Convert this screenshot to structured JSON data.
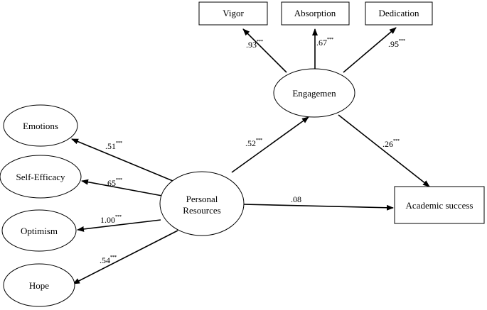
{
  "nodes": {
    "vigor": "Vigor",
    "absorption": "Absorption",
    "dedication": "Dedication",
    "engagement": "Engagemen",
    "emotions": "Emotions",
    "self_efficacy": "Self-Efficacy",
    "optimism": "Optimism",
    "hope": "Hope",
    "personal_resources_line1": "Personal",
    "personal_resources_line2": "Resources",
    "academic_success": "Academic success"
  },
  "paths": {
    "engagement_vigor": {
      "value": ".93",
      "sig": "***"
    },
    "engagement_absorption": {
      "value": ".67",
      "sig": "***"
    },
    "engagement_dedication": {
      "value": ".95",
      "sig": "***"
    },
    "resources_engagement": {
      "value": ".52",
      "sig": "***"
    },
    "engagement_success": {
      "value": ".26",
      "sig": "***"
    },
    "resources_success": {
      "value": ".08",
      "sig": ""
    },
    "resources_emotions": {
      "value": ".51",
      "sig": "***"
    },
    "resources_selfefficacy": {
      "value": ".65",
      "sig": "***"
    },
    "resources_optimism": {
      "value": "1.00",
      "sig": "***"
    },
    "resources_hope": {
      "value": ".54",
      "sig": "***"
    }
  }
}
